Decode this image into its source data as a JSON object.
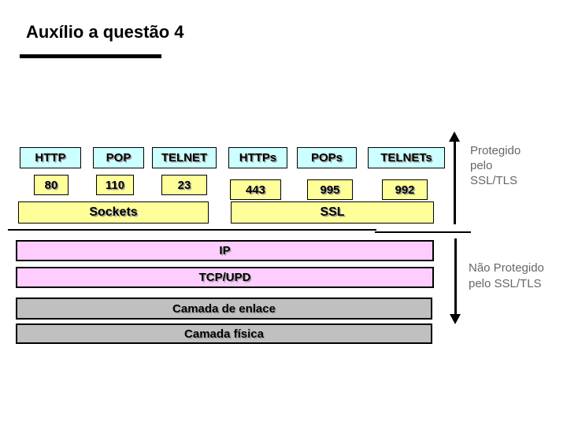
{
  "title": "Auxílio a questão 4",
  "protocols": [
    {
      "name": "HTTP",
      "port": "80"
    },
    {
      "name": "POP",
      "port": "110"
    },
    {
      "name": "TELNET",
      "port": "23"
    },
    {
      "name": "HTTPs",
      "port": "443"
    },
    {
      "name": "POPs",
      "port": "995"
    },
    {
      "name": "TELNETs",
      "port": "992"
    }
  ],
  "session_layer": {
    "sockets": "Sockets",
    "ssl": "SSL"
  },
  "stack_layers": [
    {
      "label": "IP"
    },
    {
      "label": "TCP/UPD"
    },
    {
      "label": "Camada de enlace"
    },
    {
      "label": "Camada física"
    }
  ],
  "annotations": {
    "protected_lines": [
      "Protegido",
      "pelo",
      "SSL/TLS"
    ],
    "not_protected_lines": [
      "Não Protegido",
      "pelo SSL/TLS"
    ]
  },
  "colors": {
    "protocol_fill": "#CCFFFF",
    "port_fill": "#FFFF99",
    "session_fill": "#FFFF99",
    "network_fill": "#FFCCFF",
    "link_fill": "#C0C0C0",
    "annotation_text": "#666666",
    "border": "#000000"
  }
}
